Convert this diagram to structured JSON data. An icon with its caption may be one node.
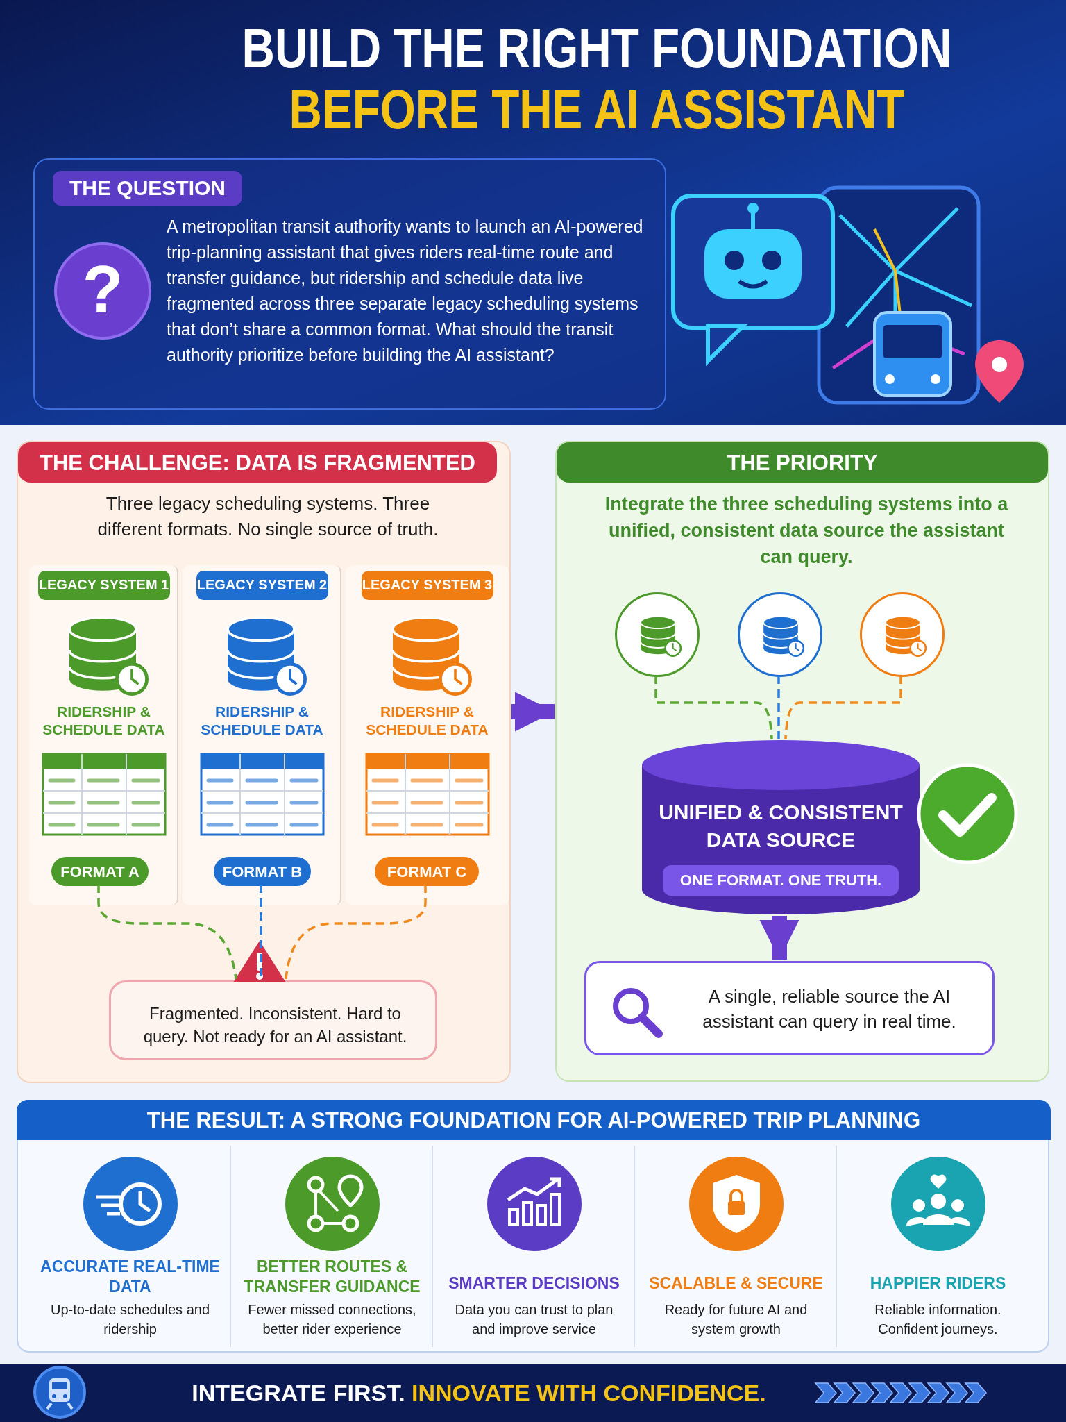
{
  "diagram": {
    "title": "BUILD THE RIGHT FOUNDATION BEFORE THE AI ASSISTANT",
    "caption": "INTEGRATE FIRST. INNOVATE WITH CONFIDENCE.",
    "nodes": [
      {
        "text": [
          "THE QUESTION",
          "A metropolitan transit authority wants to launch an AI-powered trip-planning assistant that gives riders real-time route and transfer guidance, but ridership and schedule data live fragmented across three separate legacy scheduling systems that don’t share a common format. What should the transit authority prioritize before building the AI assistant?"
        ]
      },
      {
        "text": [
          "?"
        ],
        "in": 0
      },
      {
        "text": [
          "THE CHALLENGE: DATA IS FRAGMENTED",
          "Three legacy scheduling systems. Three different formats. No single source of truth."
        ]
      },
      {
        "text": [
          "LEGACY SYSTEM 1",
          "RIDERSHIP & SCHEDULE DATA"
        ],
        "in": 2
      },
      {
        "text": [
          "LEGACY SYSTEM 2",
          "RIDERSHIP & SCHEDULE DATA"
        ],
        "in": 2
      },
      {
        "text": [
          "LEGACY SYSTEM 3",
          "RIDERSHIP & SCHEDULE DATA"
        ],
        "in": 2
      },
      {
        "text": [
          "FORMAT A"
        ],
        "in": 3
      },
      {
        "text": [
          "FORMAT B"
        ],
        "in": 4
      },
      {
        "text": [
          "FORMAT C"
        ],
        "in": 5
      },
      {
        "text": [
          "Fragmented. Inconsistent. Hard to query. Not ready for an AI assistant."
        ],
        "in": 2
      },
      {
        "text": [
          "THE PRIORITY",
          "Integrate the three scheduling systems into a unified, consistent data source the assistant can query."
        ]
      },
      {
        "text": [],
        "shape": "circle",
        "in": 10
      },
      {
        "text": [],
        "shape": "circle",
        "in": 10
      },
      {
        "text": [],
        "shape": "circle",
        "in": 10
      },
      {
        "text": [
          "UNIFIED & CONSISTENT DATA SOURCE",
          "ONE FORMAT. ONE TRUTH."
        ],
        "in": 10
      },
      {
        "text": [
          "A single, reliable source the AI assistant can query in real time."
        ],
        "in": 10
      },
      {
        "text": [
          "THE RESULT: A STRONG FOUNDATION FOR AI-POWERED TRIP PLANNING"
        ]
      },
      {
        "text": [
          "ACCURATE REAL-TIME DATA",
          "Up-to-date schedules and ridership"
        ],
        "in": 16
      },
      {
        "text": [
          "BETTER ROUTES & TRANSFER GUIDANCE",
          "Fewer missed connections, better rider experience"
        ],
        "in": 16
      },
      {
        "text": [
          "SMARTER DECISIONS",
          "Data you can trust to plan and improve service"
        ],
        "in": 16
      },
      {
        "text": [
          "SCALABLE & SECURE",
          "Ready for future AI and system growth"
        ],
        "in": 16
      },
      {
        "text": [
          "HAPPIER RIDERS",
          "Reliable information. Confident journeys."
        ],
        "in": 16
      }
    ],
    "edges": [
      {
        "from": 6,
        "to": 9,
        "arrow": "none",
        "style": "dashed",
        "color": "#5aa832"
      },
      {
        "from": 7,
        "to": 9,
        "arrow": "none",
        "style": "dashed",
        "color": "#2a7de1"
      },
      {
        "from": 8,
        "to": 9,
        "arrow": "none",
        "style": "dashed",
        "color": "#f08a1c"
      },
      {
        "from": 2,
        "to": 10,
        "arrow": "to",
        "style": "thick",
        "color": "#6a3fd0"
      },
      {
        "from": 11,
        "to": 14,
        "arrow": "none",
        "style": "dashed",
        "color": "#5aa832"
      },
      {
        "from": 12,
        "to": 14,
        "arrow": "none",
        "style": "dashed",
        "color": "#2a7de1"
      },
      {
        "from": 13,
        "to": 14,
        "arrow": "none",
        "style": "dashed",
        "color": "#f08a1c"
      },
      {
        "from": 14,
        "to": 15,
        "arrow": "to",
        "style": "thick",
        "color": "#6a3fd0"
      }
    ]
  }
}
